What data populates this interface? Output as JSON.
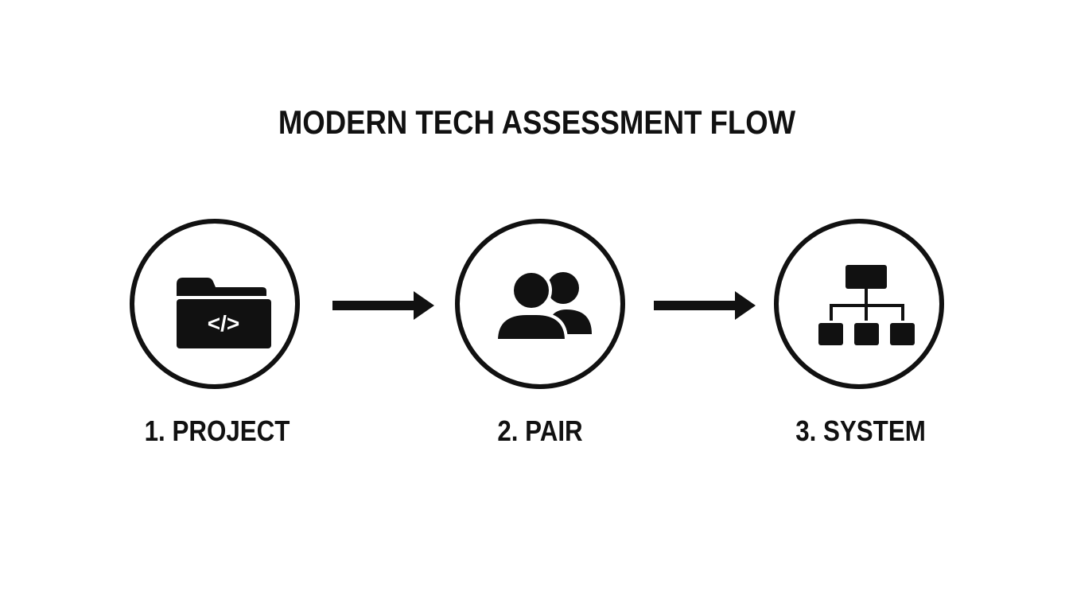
{
  "diagram": {
    "title": "MODERN TECH ASSESSMENT FLOW",
    "colors": {
      "ink": "#111111",
      "background": "#ffffff"
    },
    "steps": [
      {
        "label": "1. PROJECT",
        "icon": "code-folder-icon",
        "glyph": "</>"
      },
      {
        "label": "2. PAIR",
        "icon": "pair-people-icon"
      },
      {
        "label": "3. SYSTEM",
        "icon": "system-hierarchy-icon"
      }
    ],
    "connectors": [
      {
        "from": "1. PROJECT",
        "to": "2. PAIR",
        "icon": "arrow-right-icon"
      },
      {
        "from": "2. PAIR",
        "to": "3. SYSTEM",
        "icon": "arrow-right-icon"
      }
    ]
  }
}
